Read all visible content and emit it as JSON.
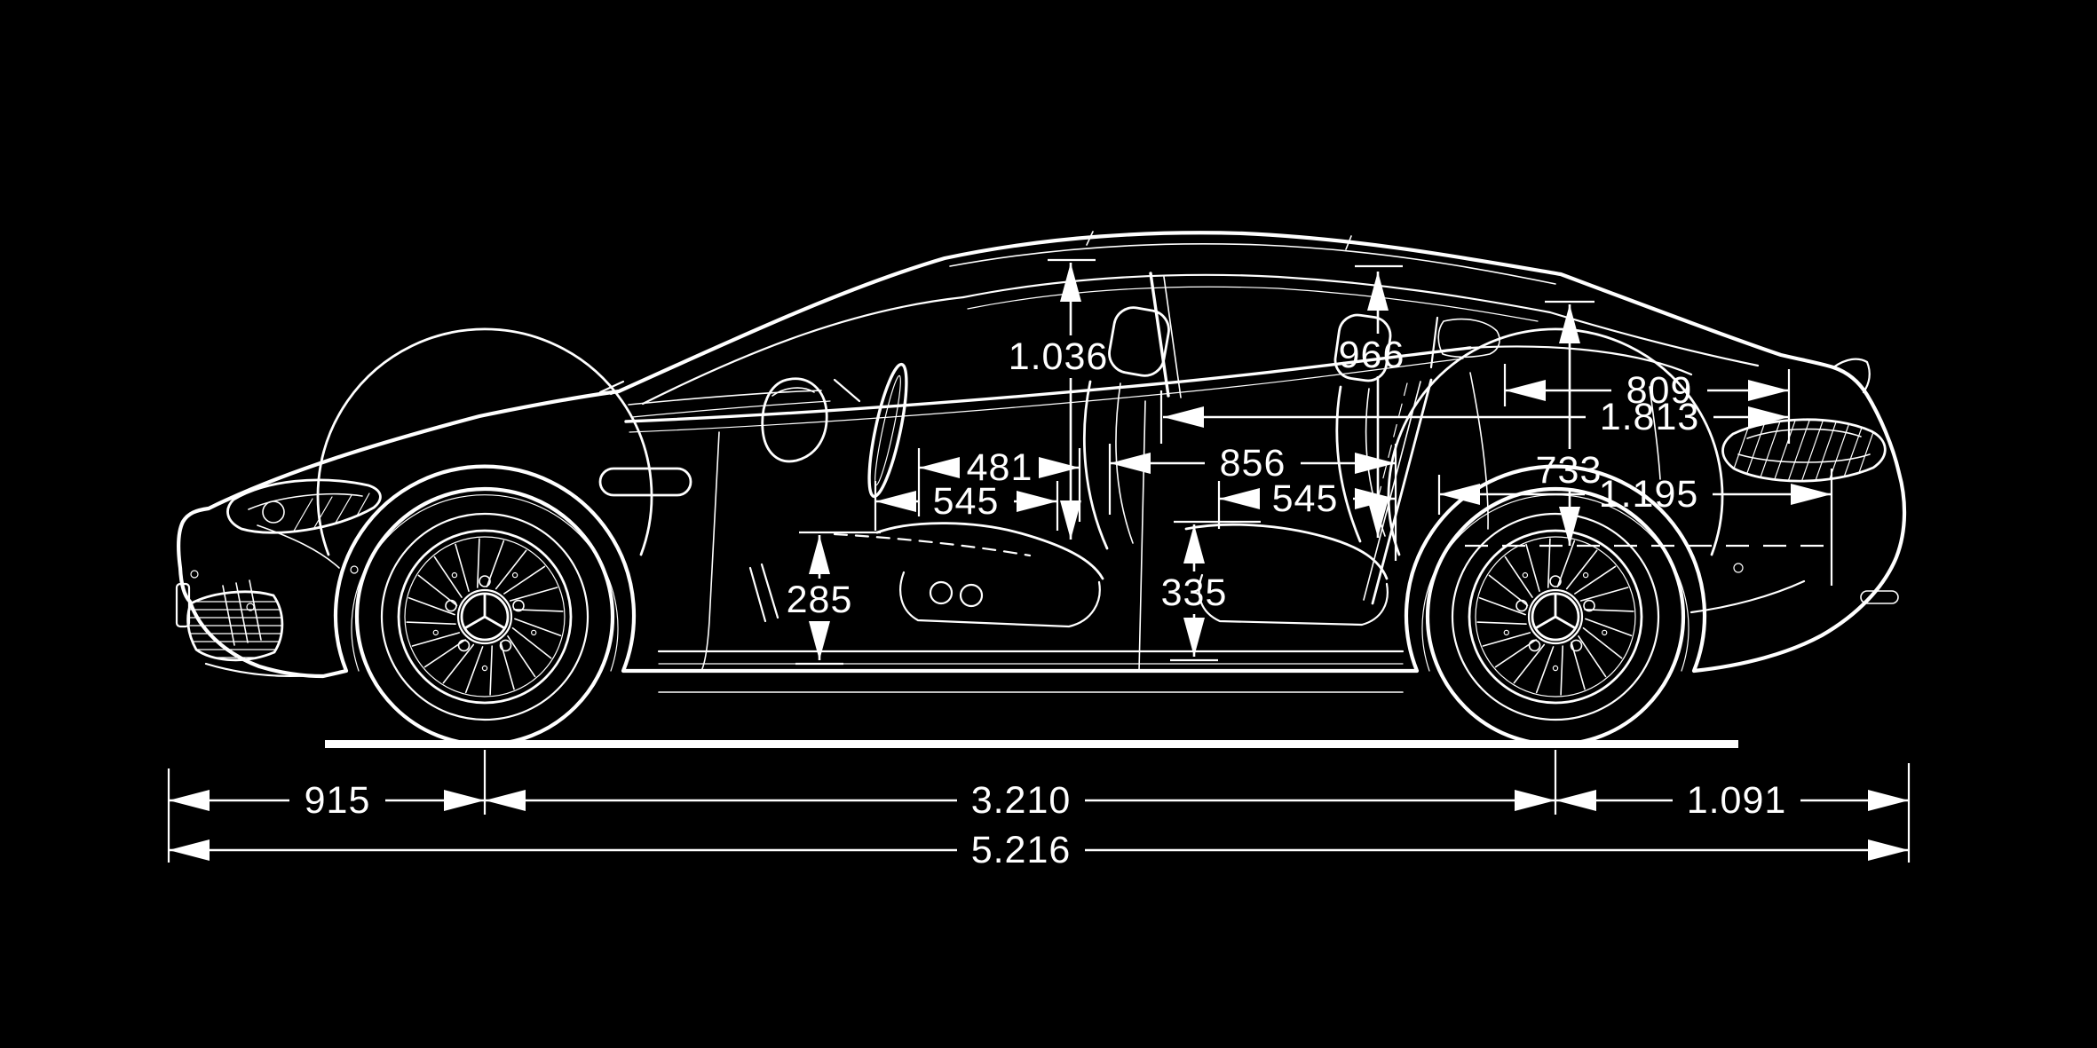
{
  "colors": {
    "background": "#000000",
    "line": "#ffffff"
  },
  "labels": {
    "d1036": "1.036",
    "d966": "966",
    "d809": "809",
    "d1813": "1.813",
    "d733": "733",
    "d1195": "1.195",
    "d481": "481",
    "d545_front": "545",
    "d856": "856",
    "d545_rear": "545",
    "d285": "285",
    "d335": "335",
    "d915": "915",
    "d3210": "3.210",
    "d1091": "1.091",
    "d5216": "5.216"
  }
}
